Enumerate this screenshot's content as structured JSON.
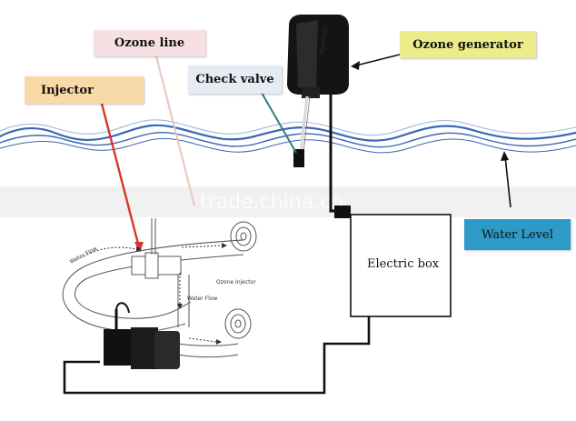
{
  "labels": {
    "ozone_line": "Ozone line",
    "injector": "Injector",
    "check_valve": "Check valve",
    "ozone_generator": "Ozone generator",
    "water_level": "Water Level",
    "electric_box": "Electric box",
    "ozone_injector": "Ozone Injector",
    "water_flow_left": "Water Flow",
    "water_flow_center": "Water Flow",
    "generator_brand": "AquaticO3",
    "watermark": "trade.china.cn"
  },
  "colors": {
    "ozone_line_bg": "#f6e0e4",
    "injector_bg": "#f8d9a8",
    "check_valve_bg": "#e6ecf4",
    "ozone_generator_bg": "#ecec8a",
    "water_level_bg": "#2e9ac8",
    "water_wave": "#3a66b4",
    "injector_pointer": "#d8372a",
    "ozone_line_pointer": "#e9c9bf",
    "check_valve_pointer": "#2e7f84",
    "wire": "#111111"
  }
}
